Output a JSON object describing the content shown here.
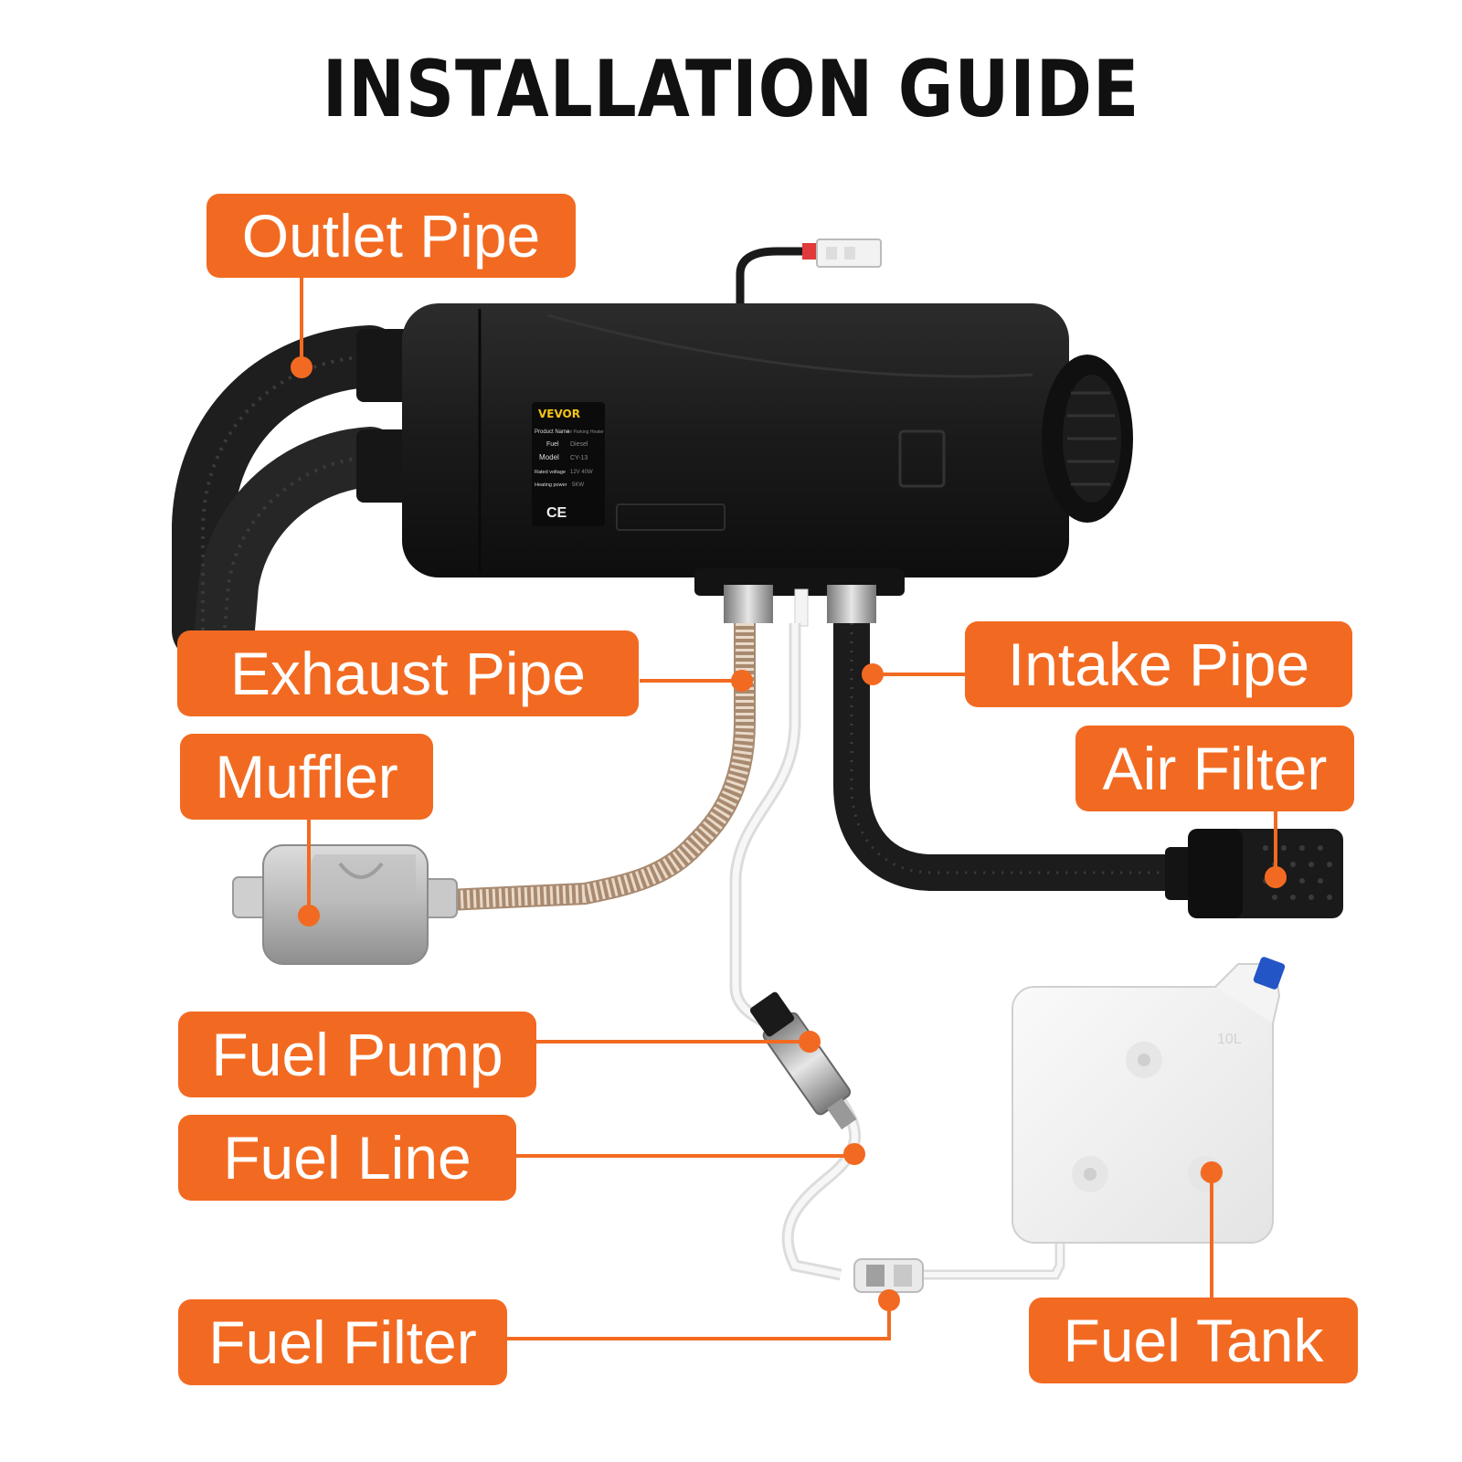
{
  "title": "INSTALLATION GUIDE",
  "brand": "VEVOR",
  "nameplate": {
    "rows": [
      {
        "key": "Product Name",
        "value": "Air Parking Heater"
      },
      {
        "key": "Fuel",
        "value": "Diesel"
      },
      {
        "key": "Model",
        "value": "CY-13"
      },
      {
        "key": "Rated voltage",
        "value": "12V 40W"
      },
      {
        "key": "Heating power",
        "value": "5KW"
      }
    ],
    "mark": "CE"
  },
  "tank_capacity": "10L",
  "labels": {
    "outlet_pipe": "Outlet Pipe",
    "exhaust_pipe": "Exhaust Pipe",
    "intake_pipe": "Intake Pipe",
    "muffler": "Muffler",
    "air_filter": "Air Filter",
    "fuel_pump": "Fuel Pump",
    "fuel_line": "Fuel Line",
    "fuel_filter": "Fuel Filter",
    "fuel_tank": "Fuel Tank"
  },
  "colors": {
    "accent": "#f26a21",
    "heater_body": "#1b1b1b",
    "hose": "#222222"
  }
}
